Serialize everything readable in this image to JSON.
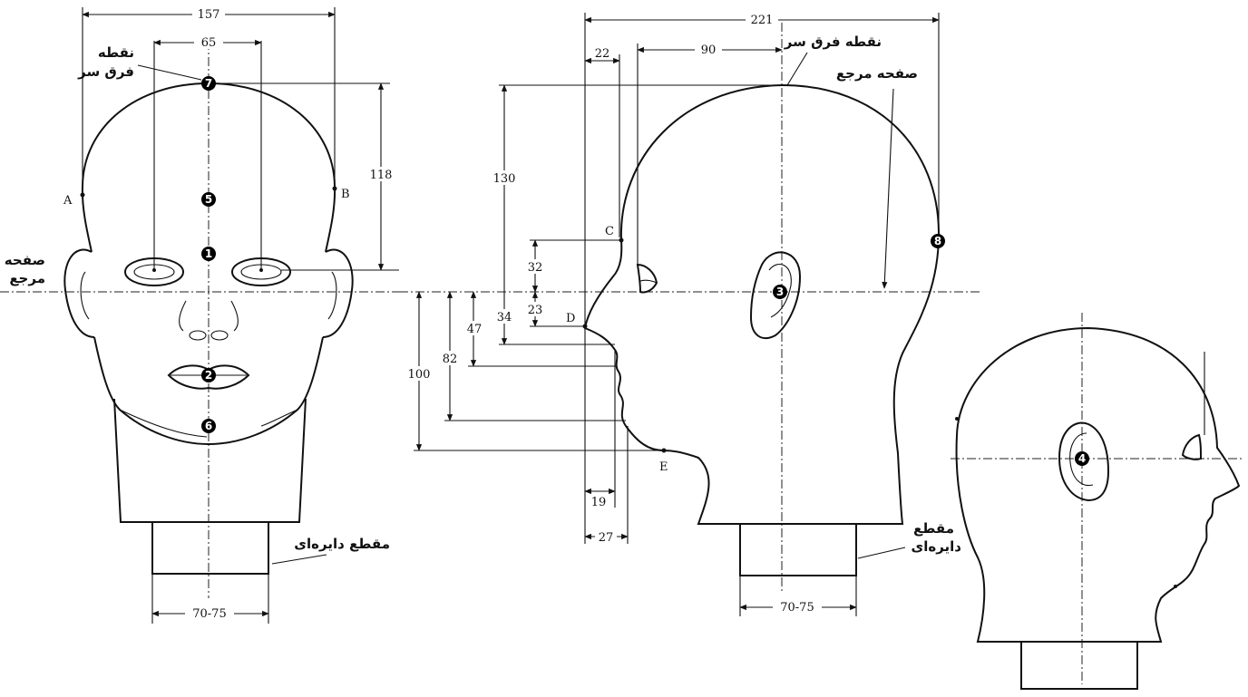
{
  "labels": {
    "top_of_head": "نقطه فرق سر",
    "top_of_head_line1": "نقطه",
    "top_of_head_line2": "فرق سر",
    "reference_plane": "صفحه مرجع",
    "reference_plane_line1": "صفحه",
    "reference_plane_line2": "مرجع",
    "circular_section": "مقطع دایره‌ای",
    "circular_section_line1": "مقطع",
    "circular_section_line2": "دایره‌ای"
  },
  "points": {
    "A": "A",
    "B": "B",
    "C": "C",
    "D": "D",
    "E": "E"
  },
  "markers": [
    "1",
    "2",
    "3",
    "4",
    "5",
    "6",
    "7",
    "8"
  ],
  "dimensions": {
    "front_width": "157",
    "eye_spacing": "65",
    "front_height": "118",
    "front_neck": "70-75",
    "side_depth": "221",
    "side_22": "22",
    "side_90": "90",
    "side_130": "130",
    "side_32": "32",
    "side_23": "23",
    "side_34": "34",
    "side_47": "47",
    "side_82": "82",
    "side_100": "100",
    "side_19": "19",
    "side_27": "27",
    "side_neck": "70-75"
  },
  "colors": {
    "line": "#111111",
    "marker": "#000000",
    "background": "#ffffff"
  }
}
